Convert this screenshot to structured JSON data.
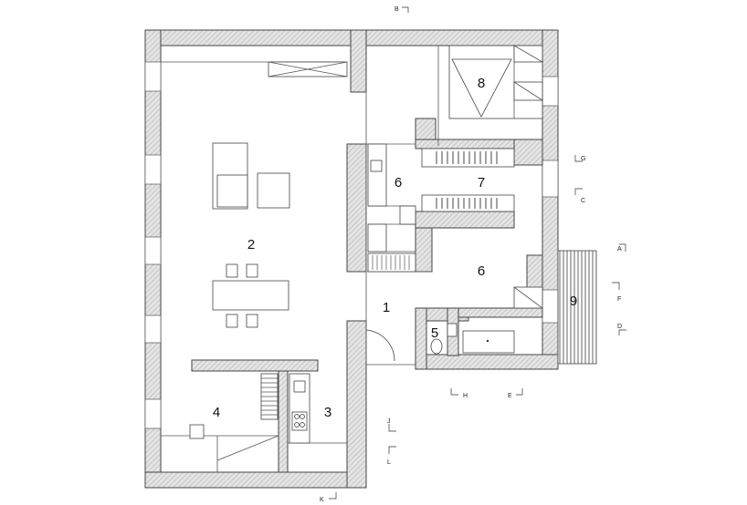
{
  "rooms": [
    {
      "id": "1",
      "label": "1"
    },
    {
      "id": "2",
      "label": "2"
    },
    {
      "id": "3",
      "label": "3"
    },
    {
      "id": "4",
      "label": "4"
    },
    {
      "id": "5",
      "label": "5"
    },
    {
      "id": "6a",
      "label": "6"
    },
    {
      "id": "6b",
      "label": "6"
    },
    {
      "id": "7",
      "label": "7"
    },
    {
      "id": "8",
      "label": "8"
    },
    {
      "id": "9",
      "label": "9"
    }
  ],
  "section_markers": [
    {
      "id": "A",
      "label": "A"
    },
    {
      "id": "B",
      "label": "B"
    },
    {
      "id": "C",
      "label": "C"
    },
    {
      "id": "D",
      "label": "D"
    },
    {
      "id": "E",
      "label": "E"
    },
    {
      "id": "F",
      "label": "F"
    },
    {
      "id": "G",
      "label": "G"
    },
    {
      "id": "H",
      "label": "H"
    },
    {
      "id": "J",
      "label": "J"
    },
    {
      "id": "K",
      "label": "K"
    },
    {
      "id": "L",
      "label": "L"
    }
  ]
}
